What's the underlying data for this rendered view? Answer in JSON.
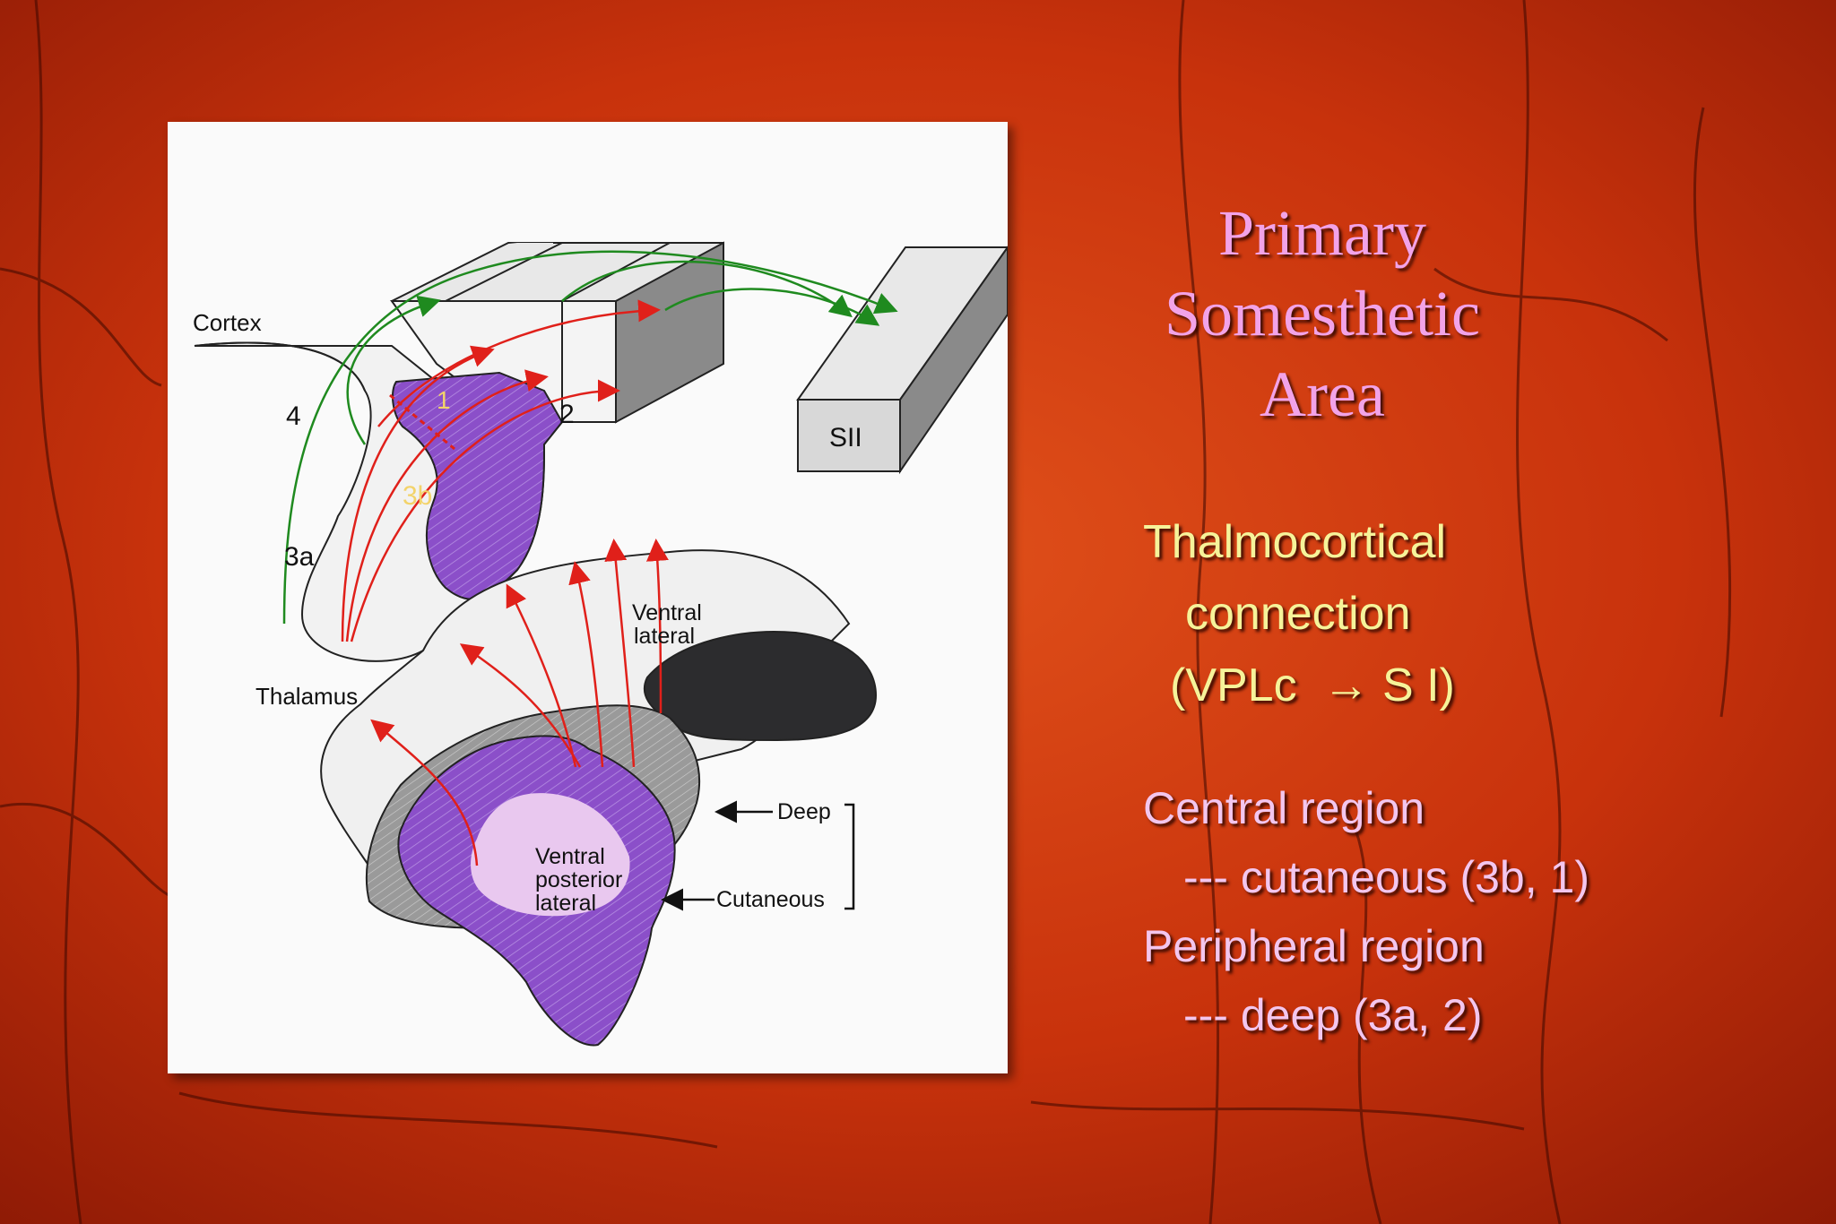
{
  "slide": {
    "title_lines": [
      "Primary",
      "Somesthetic",
      "Area"
    ],
    "connection_lines": [
      "Thalmocortical",
      "connection",
      "(VPLc  → S I)"
    ],
    "regions": [
      "Central region",
      "--- cutaneous (3b, 1)",
      "Peripheral region",
      "--- deep (3a, 2)"
    ],
    "colors": {
      "title": "#f2a3e8",
      "connection_text": "#f6f39a",
      "region_text": "#f3c6ee",
      "background": "#c42a0a",
      "cutaneous_purple": "#8b4fc9",
      "red_projection": "#e0201a",
      "green_projection": "#1f8a1f"
    }
  },
  "figure": {
    "labels": {
      "cortex": "Cortex",
      "area4": "4",
      "area1": "1",
      "area2": "2",
      "area3a": "3a",
      "area3b": "3b",
      "sii": "SII",
      "thalamus": "Thalamus",
      "ventral_lateral": [
        "Ventral",
        "lateral"
      ],
      "vpl": [
        "Ventral",
        "posterior",
        "lateral"
      ],
      "deep": "Deep",
      "cutaneous": "Cutaneous"
    }
  }
}
